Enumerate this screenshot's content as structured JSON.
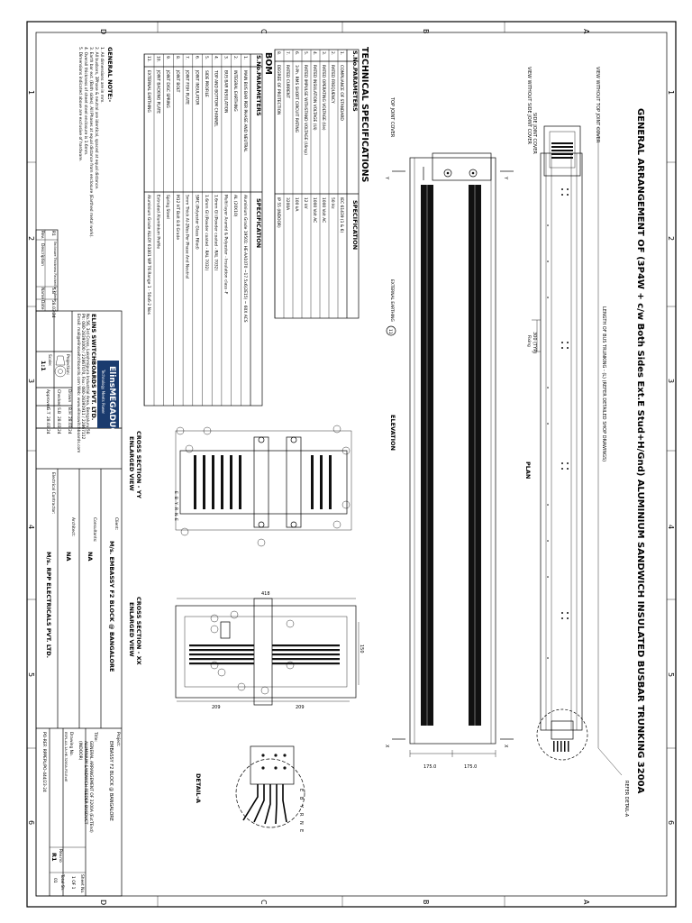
{
  "title": "GENERAL ARRANGEMENT OF (3P4W + c/w Both Sides Ext.E Stud+H/Gnd) ALUMINIUM SANDWICH INSULATED BUSBAR TRUNKING 3200A",
  "zones": {
    "rows": [
      "A",
      "B",
      "C",
      "D"
    ],
    "cols": [
      "1",
      "2",
      "3",
      "4",
      "5",
      "6"
    ]
  },
  "views": {
    "plan": "PLAN",
    "elevation": "ELEVATION",
    "cs_yy_title": "CROSS SECTION - YY",
    "cs_yy_sub": "ENLARGED VIEW",
    "cs_xx_title": "CROSS SECTION - XX",
    "cs_xx_sub": "ENLARGED VIEW",
    "detail_a": "DETAIL-A"
  },
  "callouts": {
    "view_without_top_joint_cover": "VIEW WITHOUT TOP JOINT COVER",
    "view_without_side_joint_cover": "VIEW WITHOUT SIDE JOINT COVER",
    "side_joint_cover": "SIDE JOINT COVER",
    "top_joint_cover": "TOP JOINT COVER",
    "length": "LENGTH OF BUS TRUNKING - (L) (REFER DETAILED SHOP DRAWINGS)",
    "dim_300": "300 (TYP)",
    "dim_300_sub": "Fixing",
    "refer_detail": "REFER DETAIL-A",
    "external_earthing": "EXTERNAL EARTHING",
    "section_y": "Y",
    "section_x": "X",
    "dim_175a": "175.0",
    "dim_175b": "175.0",
    "dim_418": "418",
    "dim_150": "150",
    "dim_209a": "209",
    "dim_209b": "209",
    "phase_letters": [
      "E",
      "B",
      "Y",
      "R",
      "N",
      "E"
    ],
    "phase_letters_b": [
      "E",
      "B",
      "Y",
      "R",
      "N",
      "E"
    ]
  },
  "technical": {
    "title": "TECHNICAL SPECIFICATIONS",
    "headers": [
      "S.No.",
      "PARAMETERS",
      "SPECIFICATION"
    ],
    "rows": [
      [
        "1.",
        "COMPLIANCE OF STANDARD",
        "IEC 61439 (1 & 6)"
      ],
      [
        "2.",
        "RATED FREQUENCY",
        "50 Hz"
      ],
      [
        "3.",
        "RATED OPERATING VOLTAGE (Ue)",
        "1000 Volt AC"
      ],
      [
        "4.",
        "RATED INSULATION VOLTAGE (Ui)",
        "1000 Volt AC"
      ],
      [
        "5.",
        "RATED IMPULSE WITHSTAND VOLTAGE (Uimp)",
        "12 kV"
      ],
      [
        "6.",
        "3-Ph. RMS SHORT CIRCUIT RATING",
        "100 kA"
      ],
      [
        "7.",
        "RATED CURRENT",
        "3200A"
      ],
      [
        "8.",
        "DEGREE OF PROTECTION",
        "IP 55 (INDOOR)"
      ]
    ]
  },
  "bom": {
    "title": "BOM",
    "headers": [
      "S.No.",
      "PARAMETERS",
      "SPECIFICATION"
    ],
    "rows": [
      [
        "1.",
        "MAIN BUS BAR PER PHASE AND NEUTRAL",
        "Aluminium Grade 19501: HE-AA1070 ~17.5x6(2E15) ~ 60X ACS"
      ],
      [
        "2.",
        "INTEGRAL EARTHING",
        "AL (20X10)"
      ],
      [
        "3.",
        "BUS BAR INSULATION",
        "Multi layer Aramid & Polyester - Insulation class -F"
      ],
      [
        "4.",
        "TOP AND BOTTOM CHANNEL",
        "1.6mm GI (Powder coated - RAL 7032)"
      ],
      [
        "5.",
        "SIDE PROFILE",
        "1.6mm GI (Powder coated - RAL 7032)"
      ],
      [
        "6.",
        "JOINT INSULATOR",
        "SMC (Polyester Glass Filled)"
      ],
      [
        "7.",
        "JOINT FISH PLATE",
        "5mm Thick Al-2Nos Per Phase And Neutral"
      ],
      [
        "8.",
        "JOINT BOLT",
        "M12 HT Bolt 8.8 Grade"
      ],
      [
        "9.",
        "JOINT DISC SPRING",
        "Spring Steel"
      ],
      [
        "10.",
        "JOINT BACKING PLATE",
        "Extruded Aluminium Profile"
      ],
      [
        "11.",
        "EXTERNAL EARTHING",
        "Aluminium Grade ALLOY 63401 WP T6 Range 1 - 50x6-2 Nos"
      ]
    ]
  },
  "general_note": {
    "title": "GENERAL NOTE:-",
    "items": [
      "1. All dimensions are in mm.",
      "2. All busbars, 3Phase & neutral are identical, spaced at equal distance.",
      "3. Earth bar ext. (Both sides). All Phases at equal distance from enclosure (Earthed metal work).",
      "4. Overall thickness of sheet steel enclosure is 1.6mm.",
      "5. Dimensions indicated above are exclusive of hardware."
    ]
  },
  "title_block": {
    "company_logo": "ElinsMEGADUCT",
    "company_logo_sub": "Technology Meets Power",
    "company": "ELINS SWITCHBOARDS PVT. LTD.",
    "address": "No.56, 3rd Cross, Lakshmipura Industrial Area, Bengaluru-58",
    "phone": "Ph: 080-28391000 / 22867070, Fax: 080-28391911 / 22867112",
    "email": "Email: mail@elinsswitchboards.com Web: www.elinsswitchboards.com",
    "projection": "Projection:",
    "scale_label": "Scale:",
    "scale": "1:1",
    "drawn_label": "Drawn",
    "drawn": "B.H",
    "drawn_date": "28.03.24",
    "checked_label": "Checked",
    "checked": "S.B",
    "checked_date": "28.03.24",
    "approved_label": "Approved",
    "approved": "G.T",
    "approved_date": "28.03.24",
    "rev_hdr": [
      "Rev.",
      "Description",
      "Name",
      "Date"
    ],
    "rev_row": [
      "R1",
      "Enclosure Thickness Revised to 1.6mm",
      "S.B",
      "28.03.24"
    ],
    "client_label": "Client:",
    "client": "M/s. EMBASSY F2 BLOCK @ BANGALORE",
    "consultant_label": "Consultants:",
    "consultant": "NA",
    "architect_label": "Architect:",
    "architect": "NA",
    "contractor_label": "Electrical Contractor:",
    "contractor": "M/s. RPP ELECTRICALS PVT. LTD.",
    "project_label": "Project:",
    "project": "EMBASSY F2 BLOCK @ BANGALORE",
    "title_label": "Title:",
    "dwg_title_1": "GENERAL ARRANGEMENT OF 3200A (ExtTEnd)",
    "dwg_title_2": "ALUMINIUM SANDWICH FEEDER BUSDUCT",
    "dwg_title_3": "(INDOOR)",
    "drawing_no_label": "Drawing No.",
    "drawing_no": "ESPL-AA-1A-HE-3200A-FD-ExtE",
    "rev_no_label": "Rev.no",
    "rev_no": "R1",
    "sheet_label": "Sheet No.",
    "sheet": "1 OF 1",
    "total_label": "Total Sh.",
    "total": "01",
    "po": "PO-REF: RPPEPL/PO-444/23-24"
  }
}
